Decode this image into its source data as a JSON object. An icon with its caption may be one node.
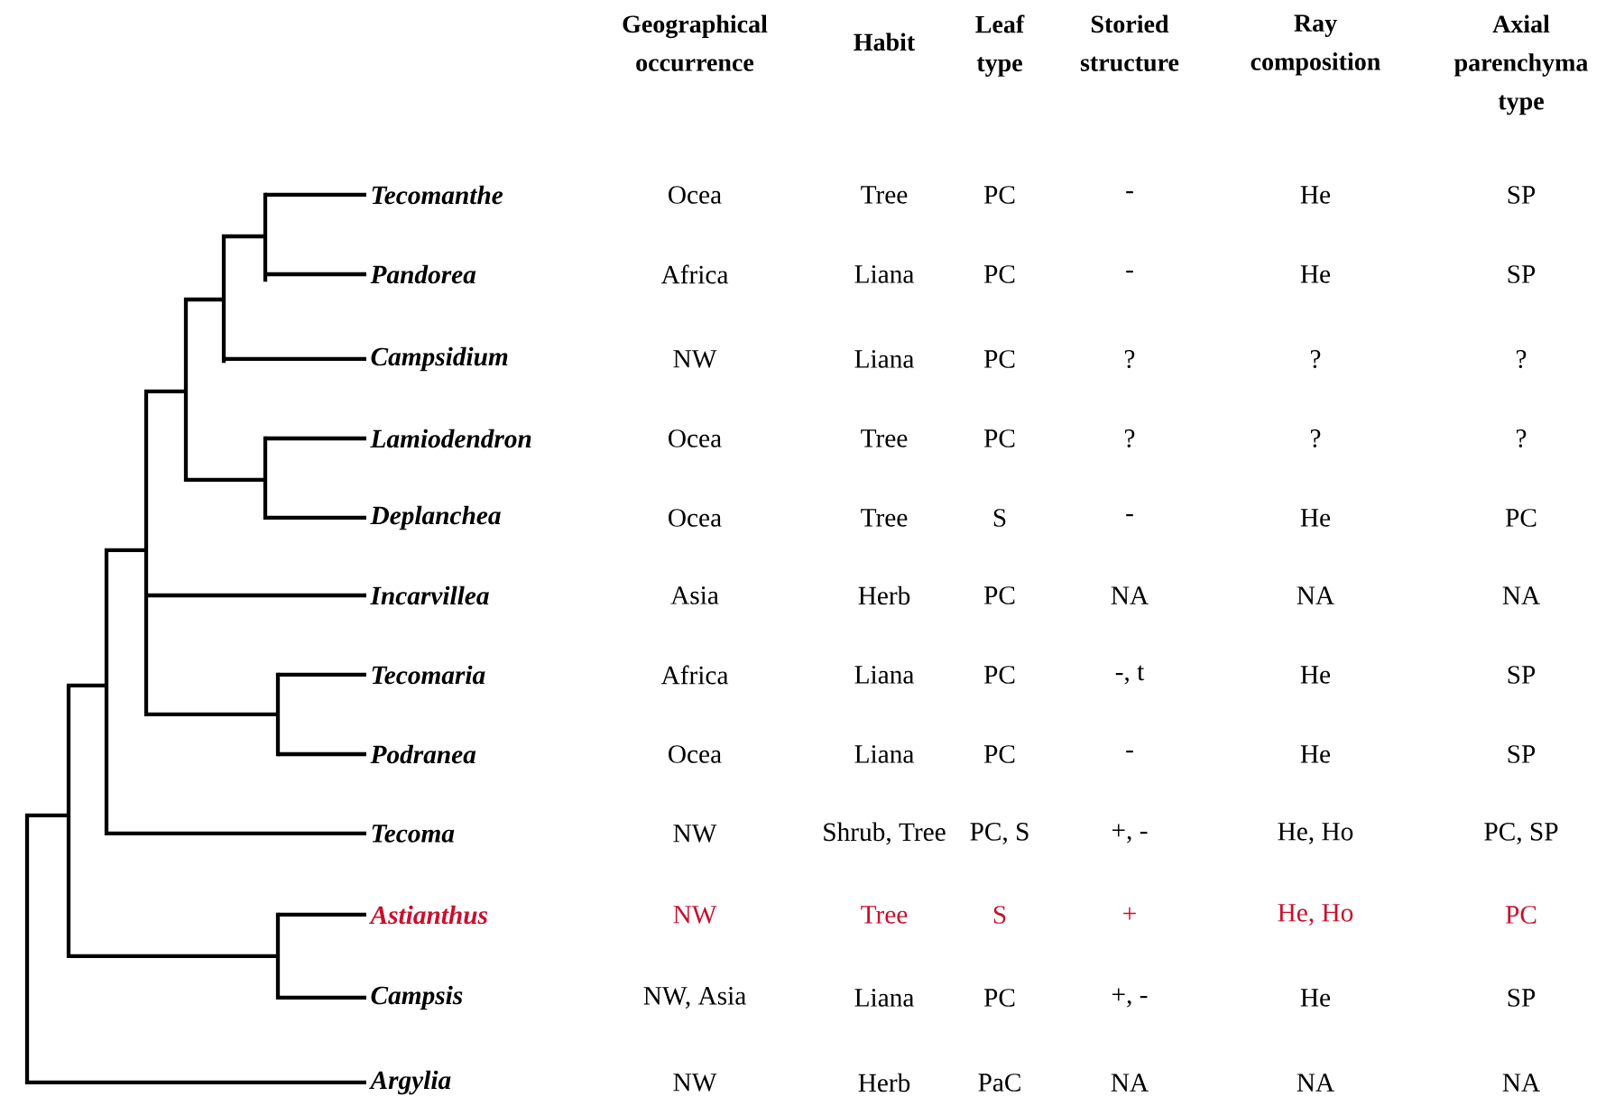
{
  "diagram": {
    "nodes": [
      {
        "text": [
          "*Tecomanthe*"
        ]
      },
      {
        "text": [
          "*Pandorea*"
        ]
      },
      {
        "text": [
          "*Campsidium*"
        ]
      },
      {
        "text": [
          "*Lamiodendron*"
        ]
      },
      {
        "text": [
          "*Deplanchea*"
        ]
      },
      {
        "text": [
          "*Incarvillea*"
        ]
      },
      {
        "text": [
          "*Tecomaria*"
        ]
      },
      {
        "text": [
          "*Podranea*"
        ]
      },
      {
        "text": [
          "*Tecoma*"
        ]
      },
      {
        "text": [
          "*Astianthus*"
        ]
      },
      {
        "text": [
          "*Campsis*"
        ]
      },
      {
        "text": [
          "*Argylia*"
        ]
      },
      {
        "text": [],
        "shape": "picture"
      }
    ],
    "edges": [
      {
        "from": 12,
        "to": 0,
        "arrow": "none"
      },
      {
        "from": 12,
        "to": 1,
        "arrow": "none"
      },
      {
        "from": 12,
        "to": 2,
        "arrow": "none"
      },
      {
        "from": 12,
        "to": 3,
        "arrow": "none"
      },
      {
        "from": 12,
        "to": 4,
        "arrow": "none"
      },
      {
        "from": 12,
        "to": 5,
        "arrow": "none"
      },
      {
        "from": 12,
        "to": 6,
        "arrow": "none"
      },
      {
        "from": 12,
        "to": 7,
        "arrow": "none"
      },
      {
        "from": 12,
        "to": 8,
        "arrow": "none"
      },
      {
        "from": 12,
        "to": 9,
        "arrow": "none"
      },
      {
        "from": 12,
        "to": 10,
        "arrow": "none"
      },
      {
        "from": 12,
        "to": 11,
        "arrow": "none"
      }
    ],
    "labels": [
      "Geographical occurrence",
      "Habit",
      "Leaf type",
      "Storied structure",
      "Ray composition",
      "Axial parenchyma type",
      "Ocea",
      "Tree",
      "PC",
      "-",
      "He",
      "SP",
      "Africa",
      "Liana",
      "PC",
      "-",
      "He",
      "SP",
      "NW",
      "Liana",
      "PC",
      "?",
      "?",
      "?",
      "Ocea",
      "Tree",
      "PC",
      "?",
      "?",
      "?",
      "Ocea",
      "Tree",
      "S",
      "-",
      "He",
      "PC",
      "Asia",
      "Herb",
      "PC",
      "NA",
      "NA",
      "NA",
      "Africa",
      "Liana",
      "PC",
      "-, t",
      "He",
      "SP",
      "Ocea",
      "Liana",
      "PC",
      "-",
      "He",
      "SP",
      "NW",
      "Shrub, Tree",
      "PC, S",
      "+, -",
      "He, Ho",
      "PC, SP",
      "NW",
      "Tree",
      "S",
      "+",
      "He, Ho",
      "PC",
      "NW, Asia",
      "Liana",
      "PC",
      "+, -",
      "He",
      "SP",
      "NW",
      "Herb",
      "PaC",
      "NA",
      "NA",
      "NA"
    ]
  }
}
